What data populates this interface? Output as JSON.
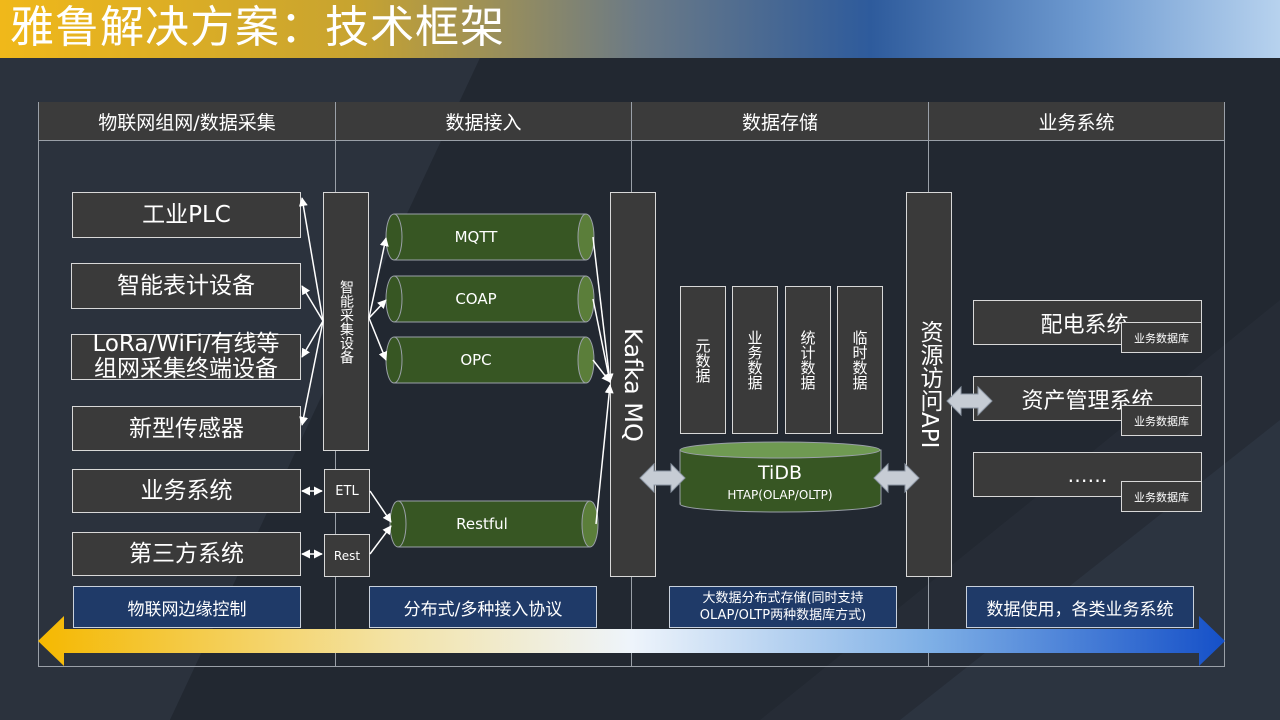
{
  "title": "雅鲁解决方案：技术框架",
  "columns": {
    "col1": "物联网组网/数据采集",
    "col2": "数据接入",
    "col3": "数据存储",
    "col4": "业务系统"
  },
  "sources": {
    "plc": "工业PLC",
    "meter": "智能表计设备",
    "lora_line1": "LoRa/WiFi/有线等",
    "lora_line2": "组网采集终端设备",
    "sensor": "新型传感器",
    "biz": "业务系统",
    "third": "第三方系统"
  },
  "collector": {
    "smart": "智能采集设备",
    "etl": "ETL",
    "rest": "Rest"
  },
  "protocols": {
    "mqtt": "MQTT",
    "coap": "COAP",
    "opc": "OPC",
    "restful": "Restful"
  },
  "kafka": "Kafka MQ",
  "storage": {
    "meta": "元数据",
    "business": "业务数据",
    "stats": "统计数据",
    "temp": "临时数据",
    "tidb": "TiDB",
    "tidb_sub": "HTAP(OLAP/OLTP)"
  },
  "api": "资源访问API",
  "systems": {
    "power": "配电系统",
    "asset": "资产管理系统",
    "more": "……",
    "db_badge": "业务数据库"
  },
  "footers": {
    "edge": "物联网边缘控制",
    "access": "分布式/多种接入协议",
    "store_line1": "大数据分布式存储(同时支持",
    "store_line2": "OLAP/OLTP两种数据库方式)",
    "usage": "数据使用，各类业务系统"
  },
  "colors": {
    "cylinder": "#375623",
    "blue_box": "#1f3a68",
    "dark_box": "#3a3a3a"
  }
}
